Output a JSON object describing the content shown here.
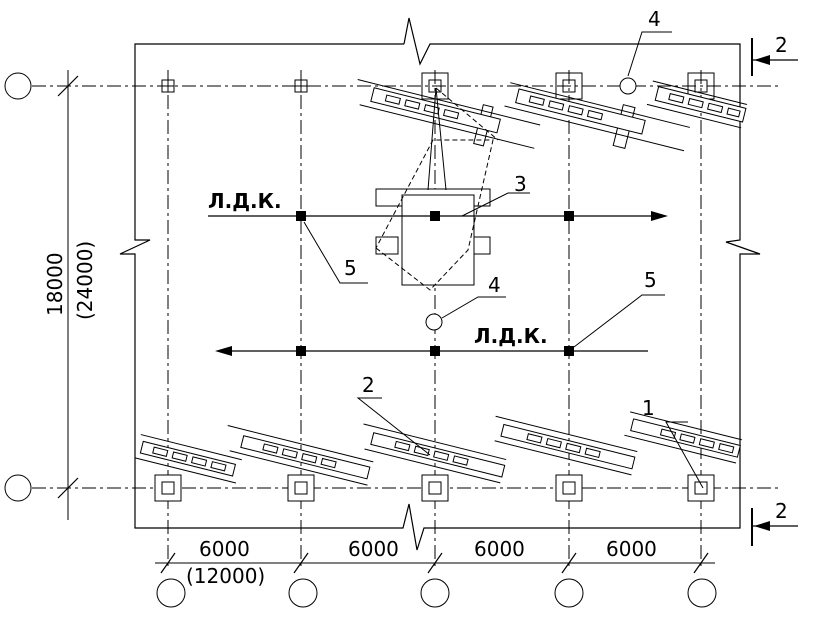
{
  "dimensions": {
    "bottom": [
      "6000",
      "6000",
      "6000",
      "6000"
    ],
    "bottom_alt": "(12000)",
    "vertical": "18000",
    "vertical_alt": "(24000)"
  },
  "route_labels": [
    "Л.Д.К.",
    "Л.Д.К."
  ],
  "callouts": [
    "1",
    "2",
    "3",
    "4",
    "4",
    "5",
    "5"
  ],
  "section_marks": [
    "2",
    "2"
  ]
}
